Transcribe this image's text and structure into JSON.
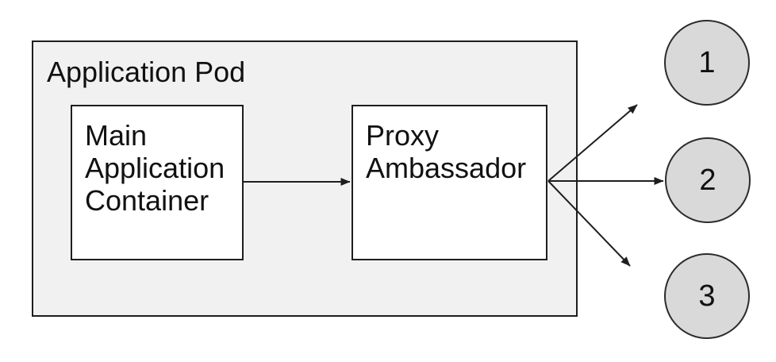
{
  "diagram": {
    "pod": {
      "title": "Application Pod"
    },
    "nodes": [
      {
        "id": "main-application-container",
        "label": "Main Application Container"
      },
      {
        "id": "proxy-ambassador",
        "label": "Proxy Ambassador"
      }
    ],
    "endpoints": [
      {
        "label": "1"
      },
      {
        "label": "2"
      },
      {
        "label": "3"
      }
    ],
    "edges": [
      {
        "from": "Main Application Container",
        "to": "Proxy Ambassador"
      },
      {
        "from": "Proxy Ambassador",
        "to": "1"
      },
      {
        "from": "Proxy Ambassador",
        "to": "2"
      },
      {
        "from": "Proxy Ambassador",
        "to": "3"
      }
    ],
    "colors": {
      "pod_fill": "#f1f1f1",
      "node_fill": "#ffffff",
      "endpoint_fill": "#d9d9d9",
      "stroke": "#1e1e1e",
      "background": "#ffffff"
    }
  }
}
